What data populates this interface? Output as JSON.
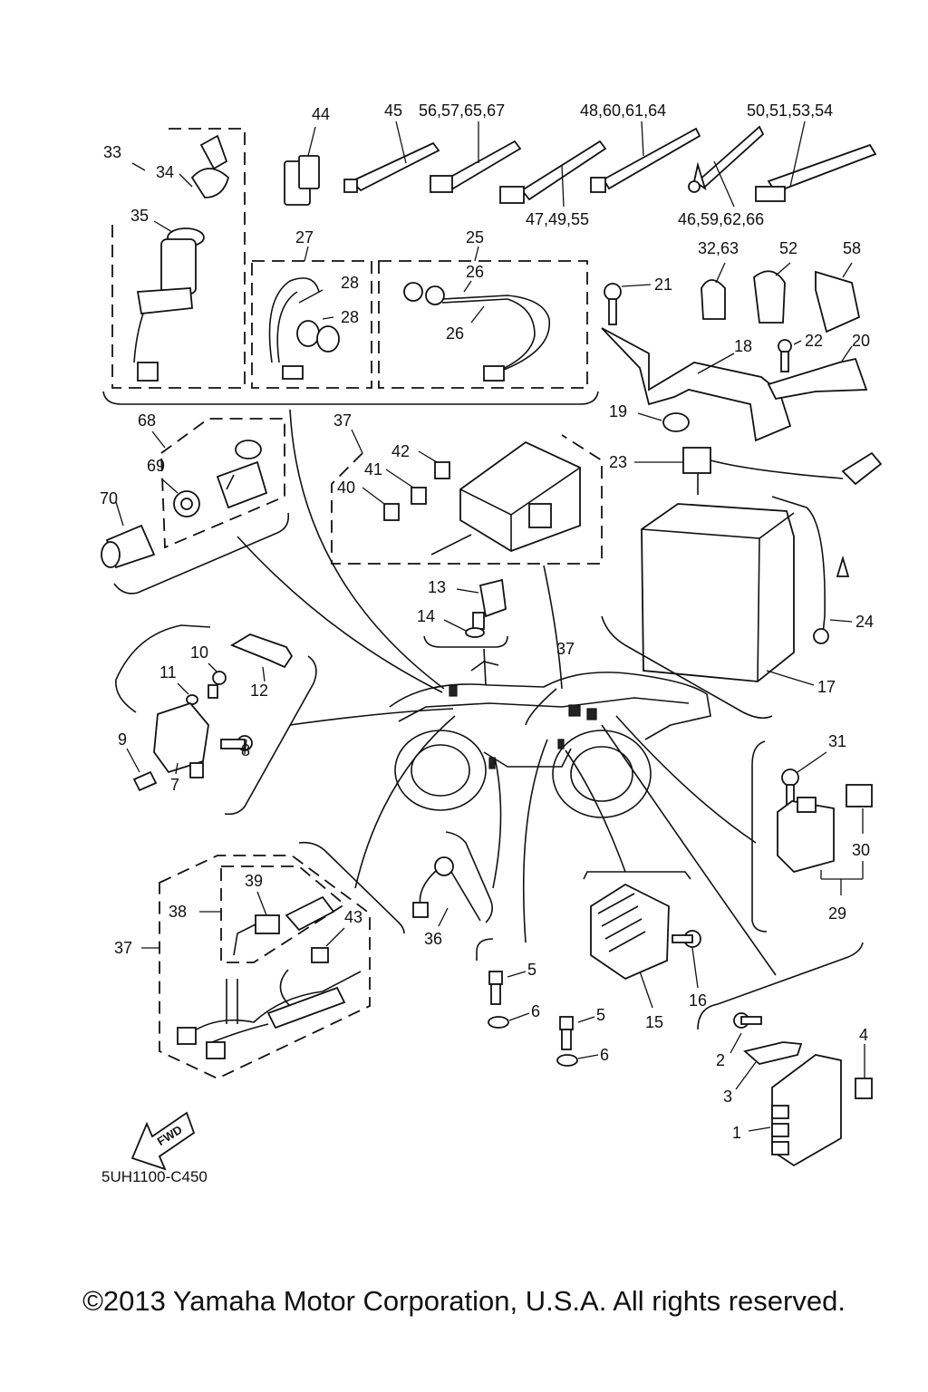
{
  "diagram_code": "5UH1100-C450",
  "fwd_label": "FWD",
  "copyright": "©2013 Yamaha Motor Corporation, U.S.A. All rights reserved.",
  "callouts": {
    "c1": "1",
    "c2": "2",
    "c3": "3",
    "c4": "4",
    "c5a": "5",
    "c5b": "5",
    "c6a": "6",
    "c6b": "6",
    "c7": "7",
    "c8": "8",
    "c9": "9",
    "c10": "10",
    "c11": "11",
    "c12": "12",
    "c13": "13",
    "c14": "14",
    "c15": "15",
    "c16": "16",
    "c17": "17",
    "c18": "18",
    "c19": "19",
    "c20": "20",
    "c21": "21",
    "c22": "22",
    "c23": "23",
    "c24": "24",
    "c25": "25",
    "c26a": "26",
    "c26b": "26",
    "c27": "27",
    "c28a": "28",
    "c28b": "28",
    "c29": "29",
    "c30": "30",
    "c31": "31",
    "c32_63": "32,63",
    "c33": "33",
    "c34": "34",
    "c35": "35",
    "c36": "36",
    "c37a": "37",
    "c37b": "37",
    "c37c": "37",
    "c38": "38",
    "c39": "39",
    "c40": "40",
    "c41": "41",
    "c42": "42",
    "c43": "43",
    "c44": "44",
    "c45": "45",
    "c46_59_62_66": "46,59,62,66",
    "c47_49_55": "47,49,55",
    "c48_60_61_64": "48,60,61,64",
    "c50_51_53_54": "50,51,53,54",
    "c52": "52",
    "c56_57_65_67": "56,57,65,67",
    "c58": "58",
    "c68": "68",
    "c69": "69",
    "c70": "70"
  }
}
